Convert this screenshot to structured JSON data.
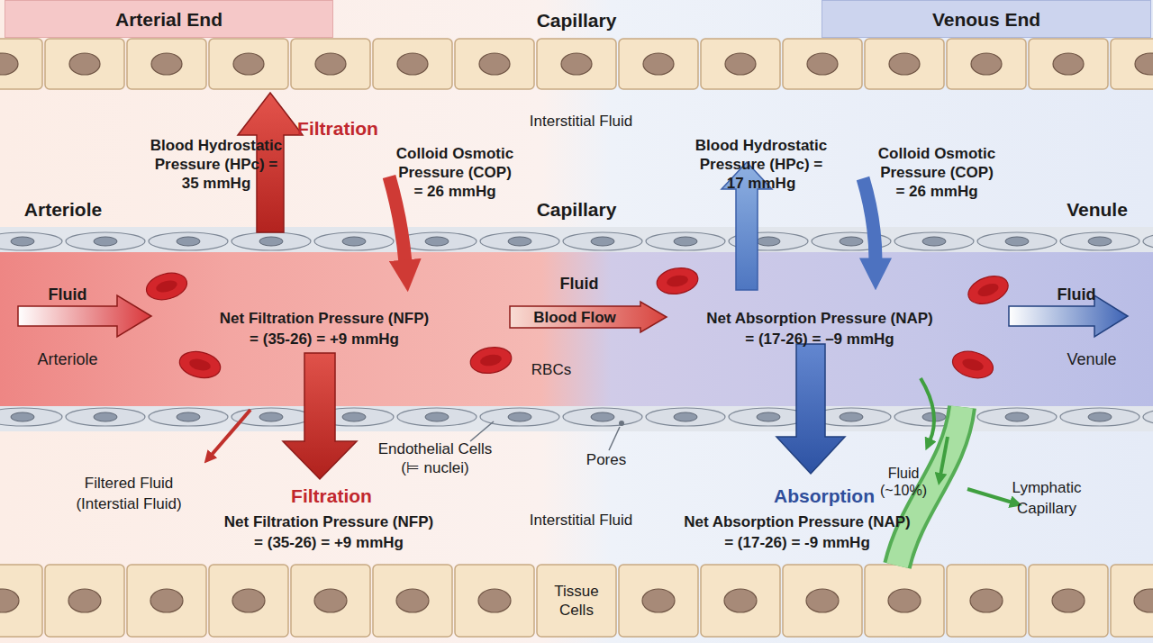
{
  "diagram": {
    "nodes": [
      {
        "text": [
          "Arterial End"
        ]
      },
      {
        "text": [
          "Venous End"
        ]
      },
      {
        "text": [
          "Blood Flow"
        ]
      },
      {
        "text": [
          "Tissue Cells"
        ]
      }
    ],
    "labels": [
      "Capillary",
      "Filtration",
      "Interstitial Fluid",
      "Blood Hydrostatic Pressure (HPc) = 35 mmHg",
      "Colloid Osmotic Pressure (COP) = 26 mmHg",
      "Blood Hydrostatic Pressure (HPc) = 17 mmHg",
      "Colloid Osmotic Pressure (COP) = 26 mmHg",
      "Arteriole",
      "Capillary",
      "Venule",
      "Fluid",
      "Fluid",
      "Fluid",
      "Net Filtration Pressure (NFP) = (35-26) = +9 mmHg",
      "Net Absorption Pressure (NAP) = (17-26) = –9 mmHg",
      "Arteriole",
      "RBCs",
      "Venule",
      "Filtered Fluid (Interstial Fluid)",
      "Endothelial Cells (⊨ nuclei)",
      "Pores",
      "Fluid (~10%)",
      "Filtration",
      "Absorption",
      "Lymphatic Capillary",
      "Interstitial Fluid",
      "Net Filtration Pressure (NFP) = (35-26) = +9 mmHg",
      "Net Absorption Pressure (NAP) = (17-26) = -9 mmHg"
    ]
  }
}
